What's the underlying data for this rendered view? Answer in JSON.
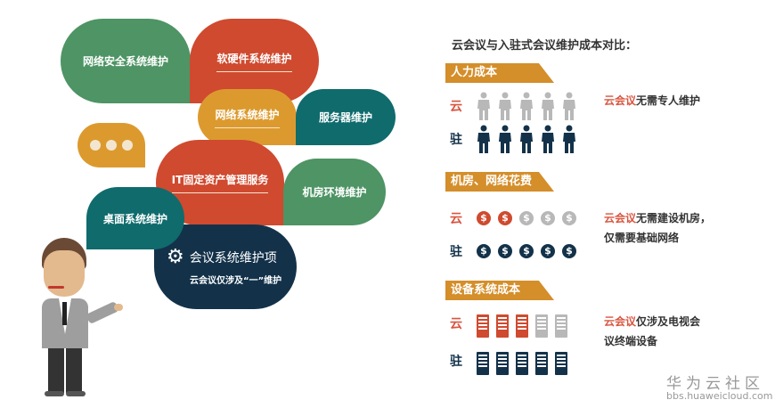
{
  "bubbles": {
    "network_security": "网络安全系统维护",
    "hw_sw": "软硬件系统维护",
    "network": "网络系统维护",
    "server": "服务器维护",
    "it_asset": "IT固定资产管理服务",
    "room_env": "机房环境维护",
    "desktop": "桌面系统维护",
    "conf_title": "会议系统维护项",
    "conf_sub": "云会议仅涉及“一”维护"
  },
  "title": "云会议与入驻式会议维护成本对比：",
  "cloud_label": "云",
  "onprem_label": "驻",
  "sections": [
    {
      "label": "人力成本",
      "icon": "person-icon",
      "cloud_active": 0,
      "total": 5,
      "desc_highlight": "云会议",
      "desc": "无需专人维护",
      "desc2": ""
    },
    {
      "label": "机房、网络花费",
      "icon": "dollar-icon",
      "cloud_active": 2,
      "total": 5,
      "desc_highlight": "云会议",
      "desc": "无需建设机房，",
      "desc2": "仅需要基础网络"
    },
    {
      "label": "设备系统成本",
      "icon": "server-icon",
      "cloud_active": 3,
      "total": 5,
      "desc_highlight": "云会议",
      "desc": "仅涉及电视会",
      "desc2": "议终端设备"
    }
  ],
  "colors": {
    "green": "#4e9464",
    "red": "#cf4a2f",
    "orange": "#dc9a2e",
    "teal": "#106b6d",
    "navy": "#13324a",
    "gray": "#b8b8b8",
    "banner": "#d48e2a"
  },
  "watermark": {
    "name": "华为云社区",
    "url": "bbs.huaweicloud.com"
  }
}
